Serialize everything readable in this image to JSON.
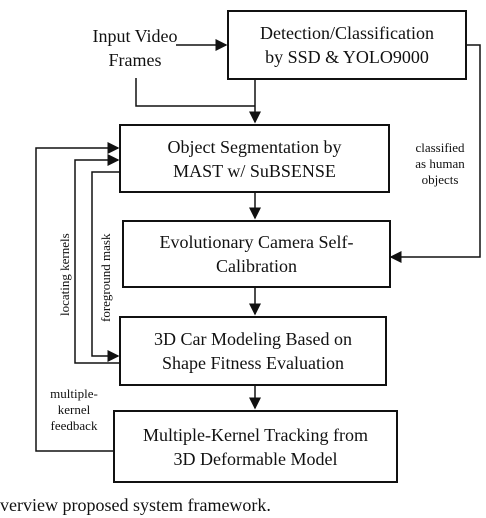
{
  "input_label": [
    "Input Video",
    "Frames"
  ],
  "boxes": {
    "detection": [
      "Detection/Classification",
      "by SSD & YOLO9000"
    ],
    "segmentation": [
      "Object Segmentation by",
      "MAST w/ SuBSENSE"
    ],
    "calibration": [
      "Evolutionary Camera Self-",
      "Calibration"
    ],
    "car_modeling": [
      "3D Car Modeling Based on",
      "Shape Fitness Evaluation"
    ],
    "tracking": [
      "Multiple-Kernel Tracking from",
      "3D Deformable Model"
    ]
  },
  "edge_labels": {
    "classified_human": [
      "classified",
      "as human",
      "objects"
    ],
    "locating_kernels": "locating kernels",
    "foreground_mask": "foreground mask",
    "multiple_kernel_feedback": [
      "multiple-",
      "kernel",
      "feedback"
    ]
  },
  "caption": "verview proposed system framework."
}
